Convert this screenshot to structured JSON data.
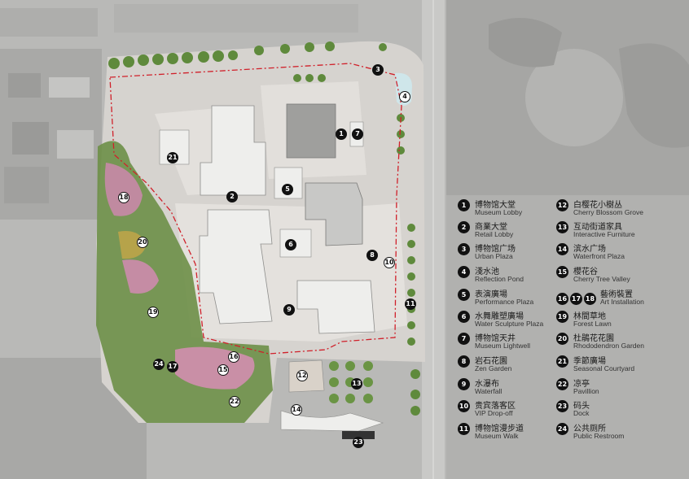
{
  "map": {
    "colors": {
      "background": "#b9b9b7",
      "site_paving": "#d6d3cf",
      "building": "#eeeeec",
      "tree": "#5f8a3c",
      "cherry_blossom": "#c98fa6",
      "boundary": "#d0202a",
      "water": "#cfe6ea"
    },
    "markers": [
      "1",
      "2",
      "3",
      "4",
      "5",
      "6",
      "7",
      "8",
      "9",
      "10",
      "11",
      "12",
      "13",
      "14",
      "15",
      "16",
      "17",
      "18",
      "19",
      "20",
      "21",
      "22",
      "23",
      "24"
    ]
  },
  "legend": [
    {
      "num": "1",
      "zh": "博物馆大堂",
      "en": "Museum Lobby"
    },
    {
      "num": "2",
      "zh": "商業大堂",
      "en": "Retail Lobby"
    },
    {
      "num": "3",
      "zh": "博物馆广场",
      "en": "Urban Plaza"
    },
    {
      "num": "4",
      "zh": "淺水池",
      "en": "Reflection Pond"
    },
    {
      "num": "5",
      "zh": "表演廣場",
      "en": "Performance Plaza"
    },
    {
      "num": "6",
      "zh": "水舞雕塑廣場",
      "en": "Water Sculpture Plaza"
    },
    {
      "num": "7",
      "zh": "博物馆天井",
      "en": "Museum Lightwell"
    },
    {
      "num": "8",
      "zh": "岩石花園",
      "en": "Zen Garden"
    },
    {
      "num": "9",
      "zh": "水瀑布",
      "en": "Waterfall"
    },
    {
      "num": "10",
      "zh": "贵宾落客区",
      "en": "VIP Drop-off"
    },
    {
      "num": "11",
      "zh": "博物馆漫步道",
      "en": "Museum Walk"
    },
    {
      "num": "12",
      "zh": "白樱花小樹丛",
      "en": "Cherry Blossom Grove"
    },
    {
      "num": "13",
      "zh": "互动街道家具",
      "en": "Interactive Furniture"
    },
    {
      "num": "14",
      "zh": "滨水广场",
      "en": "Waterfront Plaza"
    },
    {
      "num": "15",
      "zh": "櫻花谷",
      "en": "Cherry Tree Valley"
    },
    {
      "nums": [
        "16",
        "17",
        "18"
      ],
      "zh": "藝術裝置",
      "en": "Art Installation"
    },
    {
      "num": "19",
      "zh": "林間草地",
      "en": "Forest Lawn"
    },
    {
      "num": "20",
      "zh": "杜鵑花花園",
      "en": "Rhododendron Garden"
    },
    {
      "num": "21",
      "zh": "季節廣場",
      "en": "Seasonal Courtyard"
    },
    {
      "num": "22",
      "zh": "凉亭",
      "en": "Pavillion"
    },
    {
      "num": "23",
      "zh": "码头",
      "en": "Dock"
    },
    {
      "num": "24",
      "zh": "公共厕所",
      "en": "Public Restroom"
    }
  ]
}
